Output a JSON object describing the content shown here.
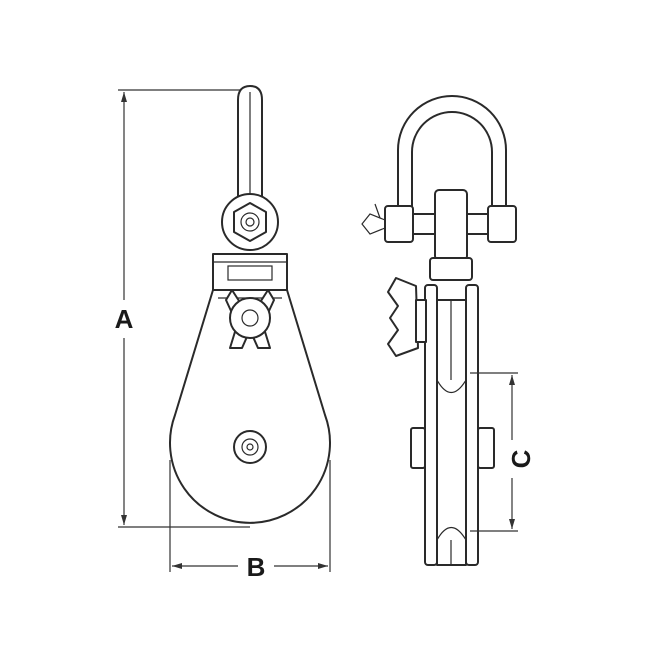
{
  "dimensions": {
    "a": {
      "label": "A"
    },
    "b": {
      "label": "B"
    },
    "c": {
      "label": "C"
    }
  },
  "colors": {
    "line": "#2a2a2a",
    "background": "#ffffff"
  },
  "icons": [
    "swivel-eye-icon",
    "shackle-icon",
    "wing-nut-icon",
    "sheave-pin-icon"
  ]
}
